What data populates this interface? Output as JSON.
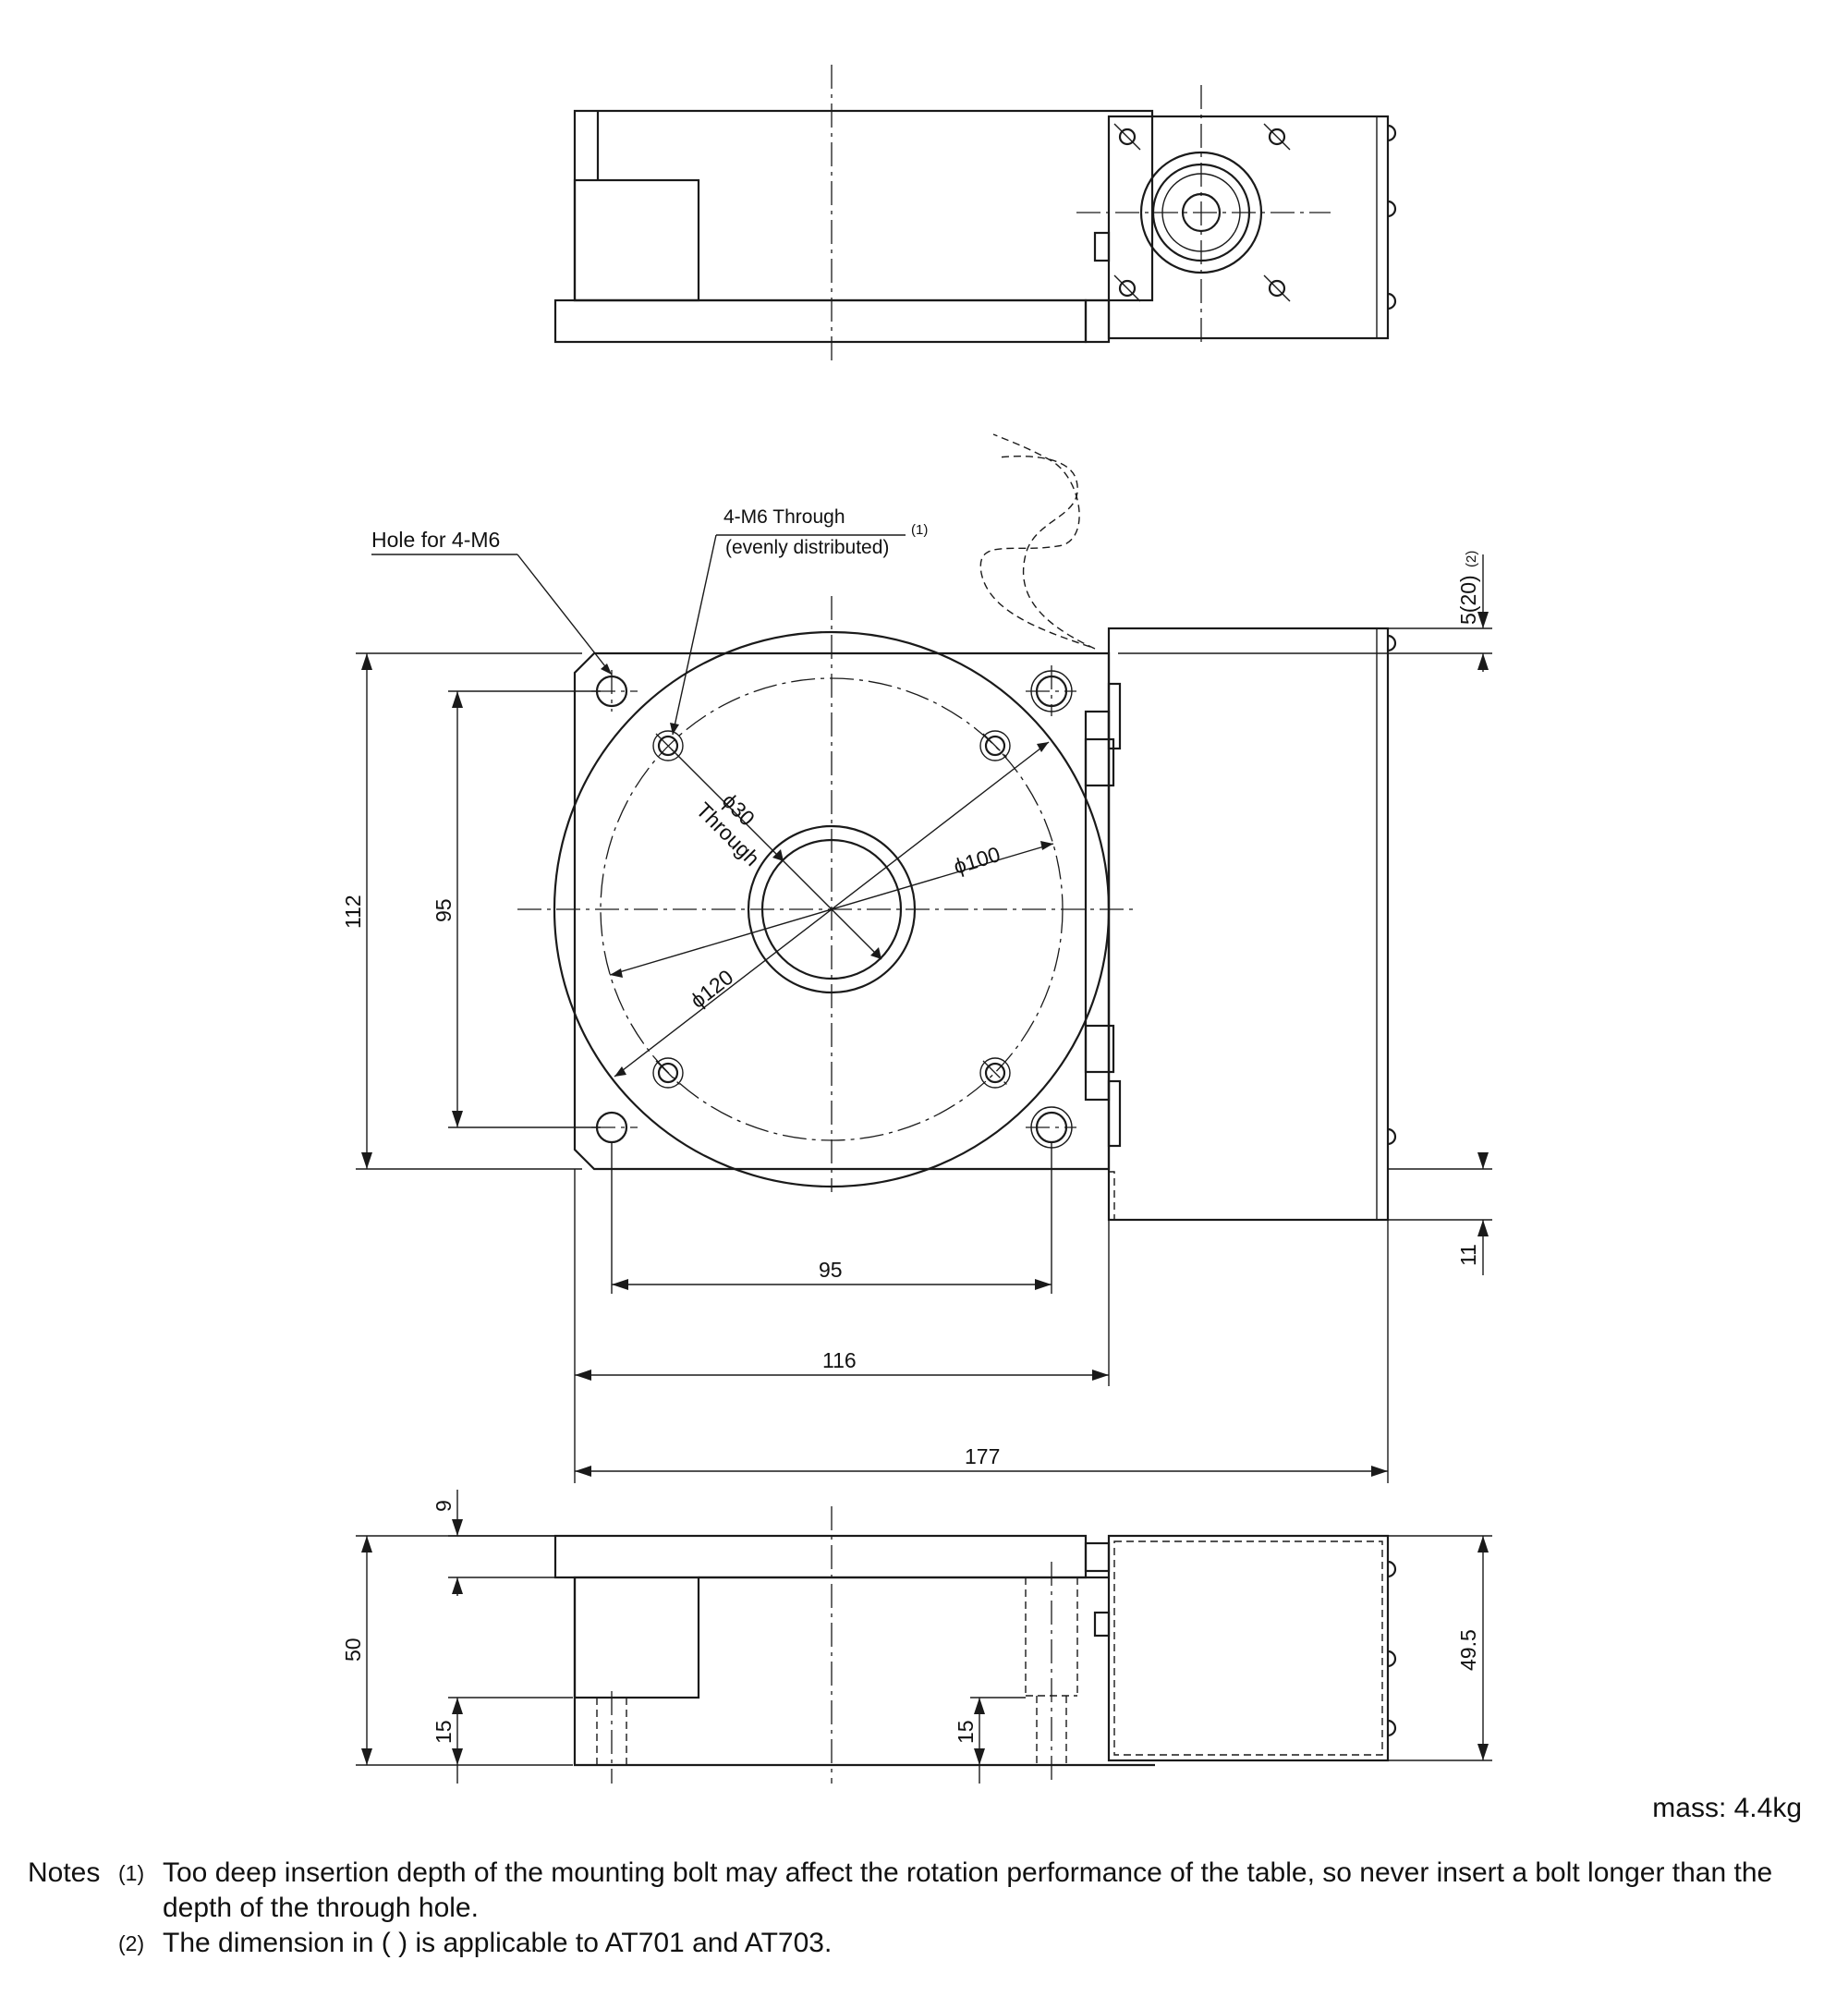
{
  "labels": {
    "hole_4m6": "Hole for 4-M6",
    "through_4m6": "4-M6 Through",
    "evenly": "(evenly distributed)",
    "note_ref1": "(1)",
    "phi30": "ϕ30",
    "through": "Through",
    "phi100": "ϕ100",
    "phi120": "ϕ120"
  },
  "dimensions": {
    "d112": "112",
    "d95_v": "95",
    "d95_h": "95",
    "d116": "116",
    "d177": "177",
    "d5_20": "5(20)",
    "note_ref2": "(2)",
    "d11": "11",
    "d9": "9",
    "d50": "50",
    "d15_left": "15",
    "d15_right": "15",
    "d49_5": "49.5"
  },
  "mass": "mass: 4.4kg",
  "notes": {
    "heading": "Notes",
    "items": [
      {
        "num": "(1)",
        "line1": "Too deep insertion depth of the mounting bolt may affect the rotation performance of the table, so never insert a bolt longer than the",
        "line2": "depth of the through hole."
      },
      {
        "num": "(2)",
        "line1": "The dimension in (  ) is applicable to AT701 and AT703."
      }
    ]
  }
}
